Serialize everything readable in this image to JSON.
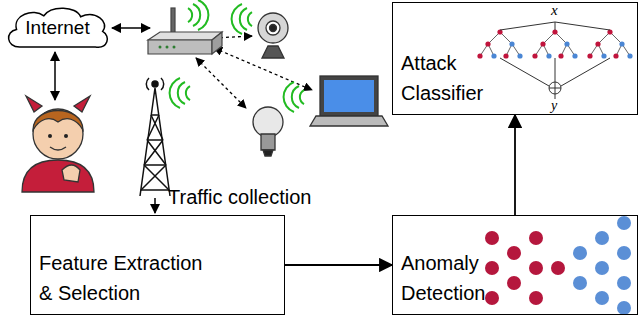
{
  "diagram": {
    "nodes": [
      {
        "text": [
          "Internet"
        ]
      },
      {
        "text": [
          "Feature Extraction & Selection"
        ]
      },
      {
        "text": [
          "Anomaly Detection"
        ]
      },
      {
        "text": [
          "Attack Classifier"
        ]
      }
    ],
    "edges": [
      {
        "from": 1,
        "to": 2,
        "arrow": "to"
      },
      {
        "from": 2,
        "to": 3,
        "arrow": "to"
      }
    ],
    "labels": [
      "Traffic collection",
      "x",
      "y"
    ]
  }
}
